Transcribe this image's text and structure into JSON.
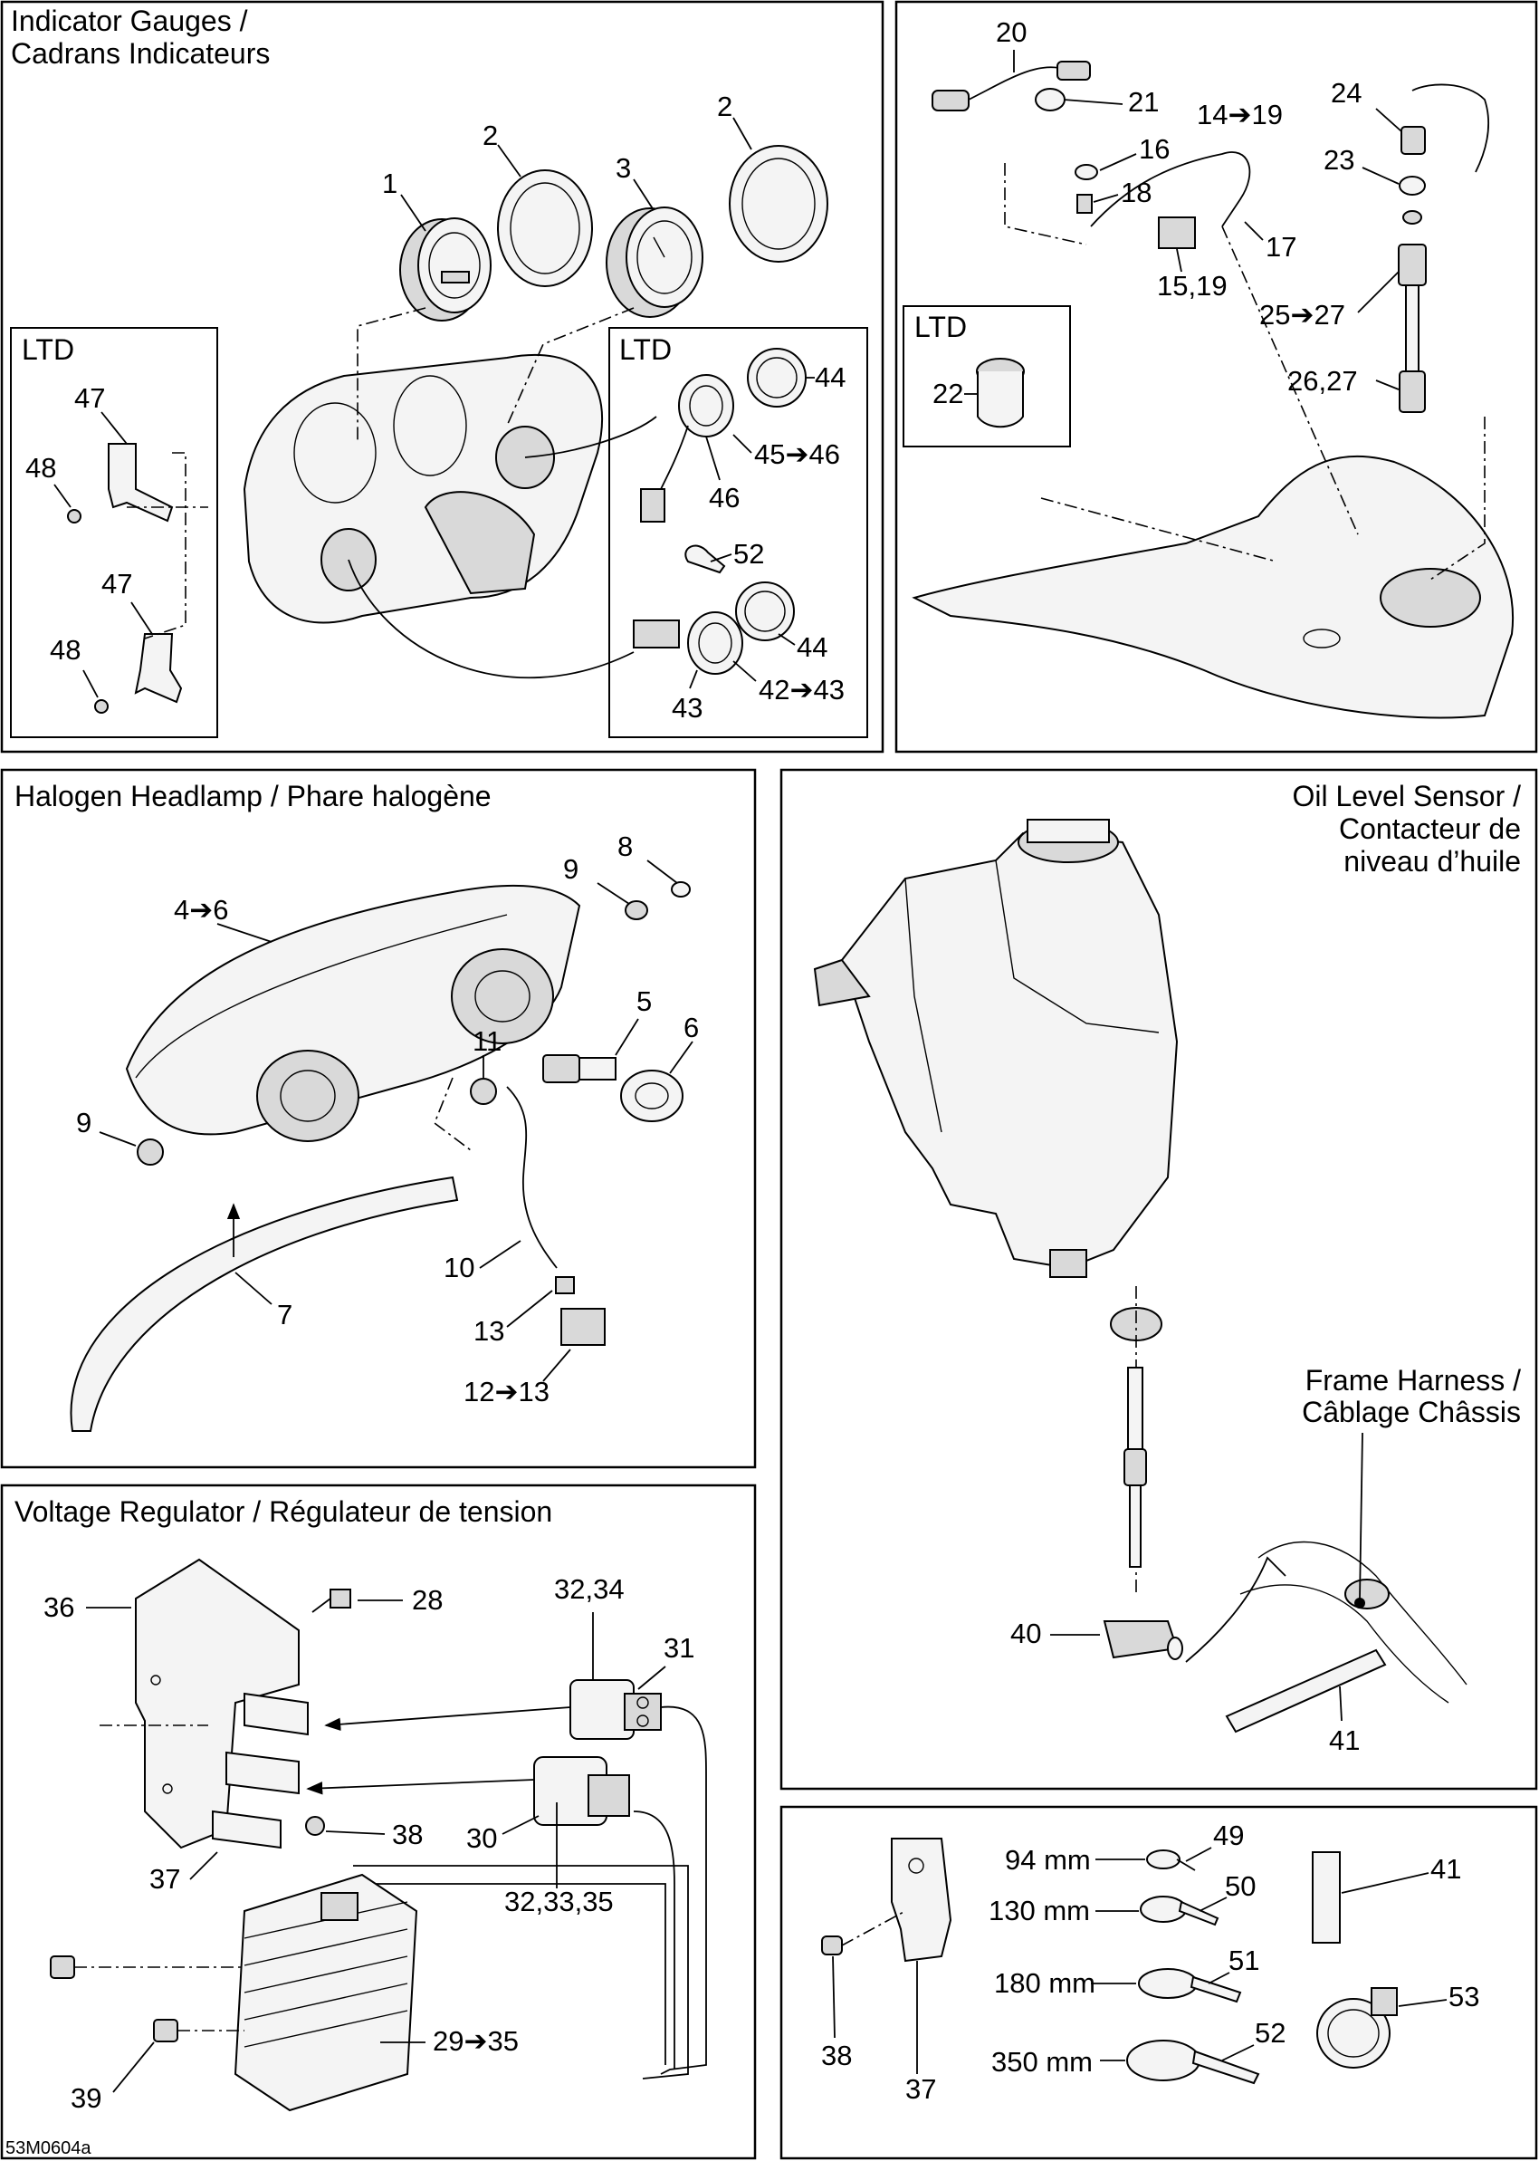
{
  "diagram_code": "53M0604a",
  "sections": {
    "gauges": {
      "title_line1": "Indicator Gauges /",
      "title_line2": "Cadrans Indicateurs",
      "ltd_left": "LTD",
      "ltd_right": "LTD",
      "callouts": [
        "1",
        "2",
        "3",
        "2",
        "47",
        "48",
        "47",
        "48",
        "44",
        "45➔46",
        "46",
        "52",
        "44",
        "42➔43",
        "43"
      ]
    },
    "handlebar": {
      "ltd": "LTD",
      "callouts": [
        "20",
        "21",
        "16",
        "18",
        "14➔19",
        "17",
        "15,19",
        "24",
        "23",
        "25➔27",
        "26,27",
        "22"
      ]
    },
    "headlamp": {
      "title": "Halogen Headlamp / Phare halogène",
      "callouts": [
        "4➔6",
        "9",
        "8",
        "5",
        "6",
        "11",
        "9",
        "10",
        "7",
        "13",
        "12➔13"
      ]
    },
    "oil_sensor": {
      "title_line1": "Oil Level Sensor /",
      "title_line2": "Contacteur de",
      "title_line3": "niveau d’huile",
      "harness_line1": "Frame Harness /",
      "harness_line2": "Câblage Châssis",
      "callouts": [
        "40",
        "41"
      ]
    },
    "regulator": {
      "title": "Voltage Regulator / Régulateur de tension",
      "callouts": [
        "36",
        "28",
        "32,34",
        "31",
        "30",
        "38",
        "32,33,35",
        "37",
        "29➔35",
        "39"
      ]
    },
    "ties": {
      "sizes": [
        "94 mm",
        "130 mm",
        "180 mm",
        "350 mm"
      ],
      "callouts": [
        "49",
        "50",
        "51",
        "52",
        "41",
        "53",
        "38",
        "37"
      ]
    }
  },
  "colors": {
    "line": "#000000",
    "background": "#ffffff",
    "part_fill": "#f4f4f4",
    "shade": "#d9d9d9"
  }
}
